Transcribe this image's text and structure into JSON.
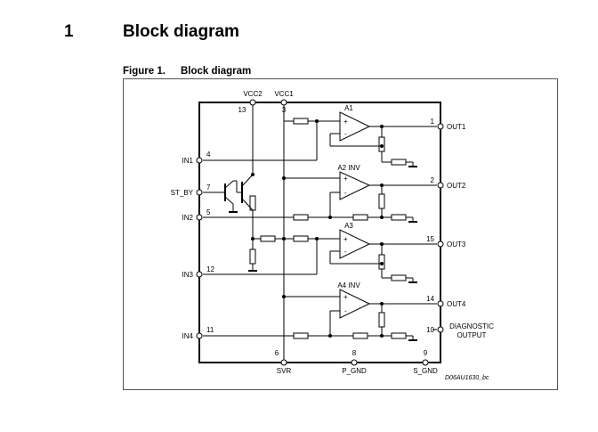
{
  "section": {
    "number": "1",
    "title": "Block diagram"
  },
  "figure": {
    "number": "Figure 1.",
    "title": "Block diagram",
    "ref": "D06AU1630_bc"
  },
  "supply_pins": [
    {
      "name": "VCC2",
      "pin": "13"
    },
    {
      "name": "VCC1",
      "pin": "3"
    }
  ],
  "bottom_pins": [
    {
      "name": "SVR",
      "pin": "6"
    },
    {
      "name": "P_GND",
      "pin": "8"
    },
    {
      "name": "S_GND",
      "pin": "9"
    }
  ],
  "inputs": [
    {
      "name": "IN1",
      "pin": "4"
    },
    {
      "name": "ST_BY",
      "pin": "7"
    },
    {
      "name": "IN2",
      "pin": "5"
    },
    {
      "name": "IN3",
      "pin": "12"
    },
    {
      "name": "IN4",
      "pin": "11"
    }
  ],
  "outputs": [
    {
      "name": "OUT1",
      "pin": "1"
    },
    {
      "name": "OUT2",
      "pin": "2"
    },
    {
      "name": "OUT3",
      "pin": "15"
    },
    {
      "name": "OUT4",
      "pin": "14"
    },
    {
      "name": "DIAGNOSTIC",
      "name2": "OUTPUT",
      "pin": "10"
    }
  ],
  "amplifiers": [
    "A1",
    "A2 INV",
    "A3",
    "A4 INV"
  ],
  "signs": {
    "plus": "+",
    "minus": "-"
  }
}
